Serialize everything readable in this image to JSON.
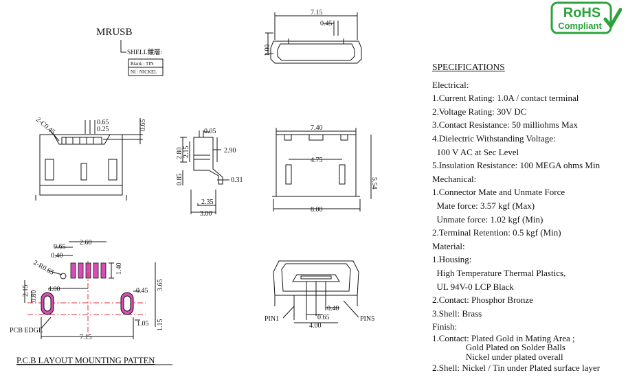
{
  "part": {
    "model": "MRUSB",
    "shell_label": "SHELL鍍層:",
    "finish_options": [
      "Blank : TIN",
      "NI : NICKEL"
    ]
  },
  "badge": {
    "line1": "RoHS",
    "line2": "Compliant",
    "color": "#2aa33a"
  },
  "top_view": {
    "width": "7.15",
    "inner": "0.45",
    "height": "1.00"
  },
  "front_view": {
    "chamfer": "2-C0.45",
    "pin_w": "0.65",
    "pin_gap": "0.25",
    "pin_h": "0.65"
  },
  "side_view": {
    "top": "0.05",
    "h1": "2.80",
    "h2": "2.15",
    "h3": "2.90",
    "h4": "0.85",
    "t": "0.31",
    "w1": "2.35",
    "w2": "3.00"
  },
  "bottom_view": {
    "top": "7.40",
    "mid": "4.75",
    "height": "5.54",
    "bottom": "8.00"
  },
  "pcb": {
    "pitch": "0.65",
    "pad_w": "0.40",
    "span": "2.60",
    "radius": "2-R0.65",
    "pad_h": "1.40",
    "d1": "2.15",
    "d2": "0.80",
    "hole_x": "4.00",
    "slot_w": "0.45",
    "slot_h": "1.05",
    "vert": "3.65",
    "edge_off": "1.15",
    "total": "7.15",
    "edge_label": "PCB EDGE",
    "caption": "P.C.B LAYOUT MOUNTING PATTEN",
    "pad_color": "#d94cb8"
  },
  "mating_view": {
    "pin1": "PIN1",
    "pin5": "PIN5",
    "d1": "0.40",
    "d2": "0.65",
    "d3": "4.00"
  },
  "specs": {
    "title": "SPECIFICATIONS",
    "lines": [
      "Electrical:",
      "1.Current Rating: 1.0A / contact terminal",
      "2.Voltage Rating: 30V DC",
      "3.Contact Resistance: 50 milliohms Max",
      "4.Dielectric Withstanding Voltage:",
      "  100 V AC at Sec Level",
      "5.Insulation Resistance: 100 MEGA ohms Min",
      "Mechanical:",
      "1.Connector Mate and Unmate Force",
      "  Mate force: 3.57 kgf (Max)",
      "  Unmate force: 1.02 kgf (Min)",
      "2.Terminal Retention: 0.5 kgf (Min)",
      "Material:",
      "1.Housing:",
      "  High Temperature Thermal Plastics,",
      "  UL 94V-0 LCP Black",
      "2.Contact: Phosphor Bronze",
      "3.Shell: Brass",
      "Finish:",
      "1.Contact: Plated Gold in Mating Area ;",
      "               Gold Plated on Solder Balls",
      "               Nickel under plated overall",
      "2.Shell: Nickel / Tin under Plated surface layer"
    ]
  }
}
